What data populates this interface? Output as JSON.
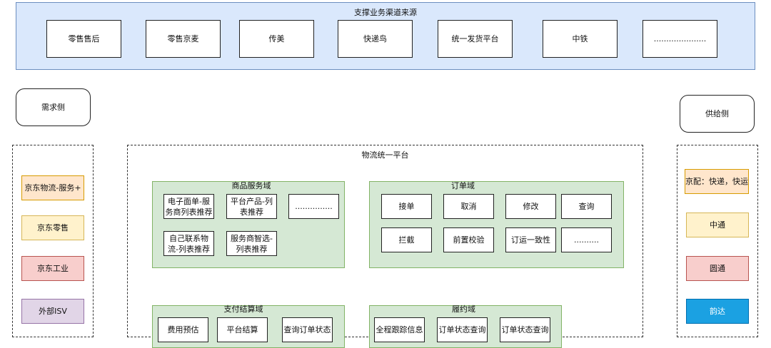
{
  "top": {
    "title": "支撑业务渠道来源",
    "items": [
      "零售售后",
      "零售京麦",
      "传美",
      "快递鸟",
      "统一发货平台",
      "中铁",
      "....................."
    ]
  },
  "demand_label": "需求侧",
  "supply_label": "供给侧",
  "platform_title": "物流统一平台",
  "left_items": [
    "京东物流-服务+",
    "京东零售",
    "京东工业",
    "外部ISV"
  ],
  "right_items": [
    "京配：快递，快运",
    "中通",
    "圆通",
    "韵达"
  ],
  "goods_domain": {
    "title": "商品服务域",
    "items": [
      "电子面单-服务商列表推荐",
      "平台产品-列表推荐",
      "...............",
      "自己联系物流-列表推荐",
      "服务商智选-列表推荐"
    ]
  },
  "order_domain": {
    "title": "订单域",
    "items": [
      "接单",
      "取消",
      "修改",
      "查询",
      "拦截",
      "前置校验",
      "订运一致性",
      ".........."
    ]
  },
  "pay_domain": {
    "title": "支付结算域",
    "items": [
      "费用预估",
      "平台结算",
      "查询订单状态"
    ]
  },
  "fulfill_domain": {
    "title": "履约域",
    "items": [
      "全程跟踪信息",
      "订单状态查询",
      "订单状态查询"
    ]
  },
  "colors": {
    "top_bg": "#dae8fc",
    "top_border": "#6c8ebf",
    "domain_bg": "#d5e8d4",
    "domain_border": "#82b366",
    "orange_bg": "#ffe6cc",
    "orange_border": "#d79b00",
    "yellow_bg": "#fff2cc",
    "yellow_border": "#d6b656",
    "red_bg": "#f8cecc",
    "red_border": "#b85450",
    "purple_bg": "#e1d5e7",
    "purple_border": "#9673a6",
    "blue_bg": "#1ba1e2",
    "blue_border": "#006eaf"
  }
}
